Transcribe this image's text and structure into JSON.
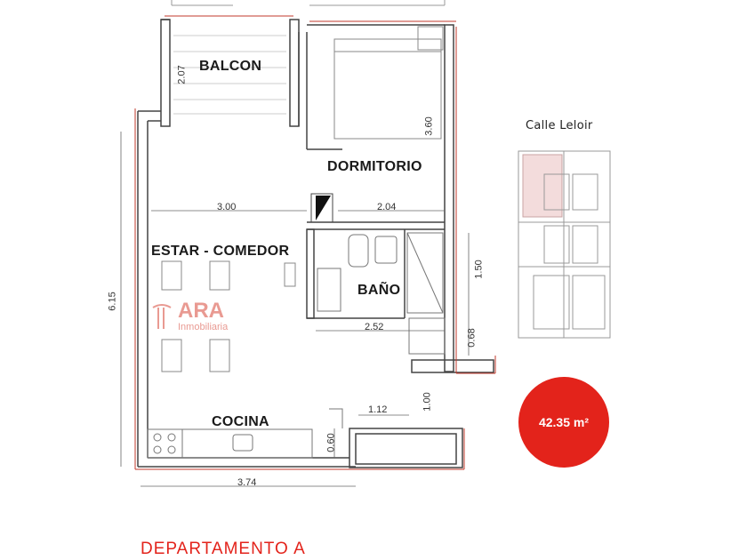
{
  "rooms": {
    "balcony": "BALCON",
    "bedroom": "DORMITORIO",
    "living": "ESTAR - COMEDOR",
    "bathroom": "BAÑO",
    "kitchen": "COCINA"
  },
  "dimensions": {
    "balcony_depth": "2.07",
    "bedroom_length": "3.60",
    "living_width": "3.00",
    "bedroom_width": "2.04",
    "total_depth": "6.15",
    "bath_height": "1.50",
    "bath_width": "2.52",
    "hall_small": "0.68",
    "kitchen_right": "1.12",
    "kitchen_right_height": "1.00",
    "counter_depth": "0.60",
    "total_width": "3.74"
  },
  "location": {
    "street": "Calle Leloir"
  },
  "area": {
    "value": "42.35 m²"
  },
  "brand": {
    "name": "ARA",
    "tagline": "Inmobiliaria"
  },
  "unit": {
    "title": "DEPARTAMENTO A"
  },
  "colors": {
    "wall_red": "#c0392b",
    "badge": "#e3231b",
    "logo": "#e99a92"
  }
}
